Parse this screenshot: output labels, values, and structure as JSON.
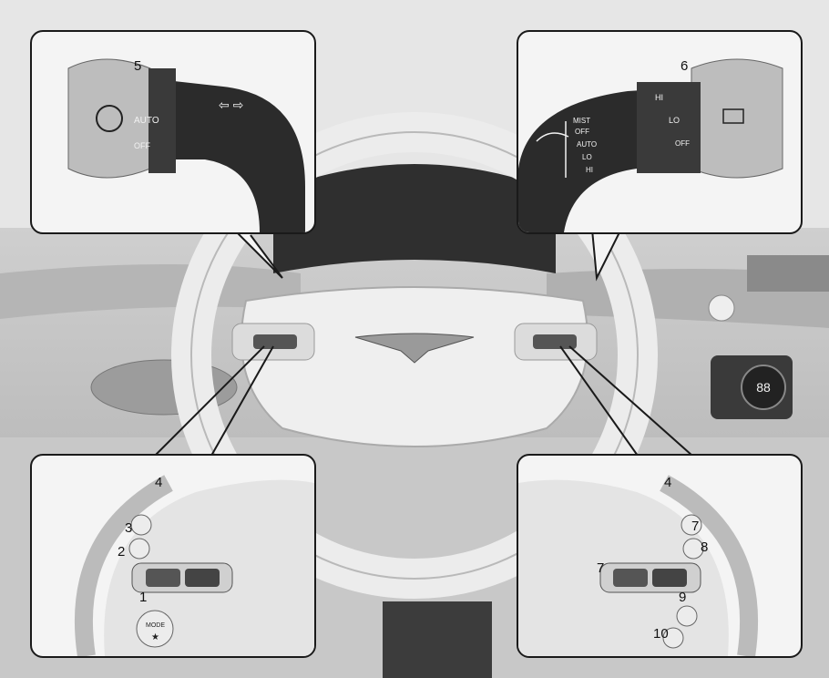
{
  "callouts": {
    "light_lever": {
      "number": "5",
      "labels": {
        "auto": "AUTO",
        "off": "OFF"
      }
    },
    "wiper_lever": {
      "number": "6",
      "labels": {
        "mist": "MIST",
        "off": "OFF",
        "auto": "AUTO",
        "lo": "LO",
        "hi": "HI",
        "knob_hi": "HI",
        "knob_lo": "LO",
        "knob_off": "OFF"
      }
    },
    "left_controls": {
      "numbers": [
        "4",
        "3",
        "2",
        "1"
      ],
      "mode_label": "MODE"
    },
    "right_controls": {
      "numbers": [
        "4",
        "7",
        "8",
        "7",
        "9",
        "10"
      ]
    }
  },
  "dashboard": {
    "display_value": "88"
  }
}
